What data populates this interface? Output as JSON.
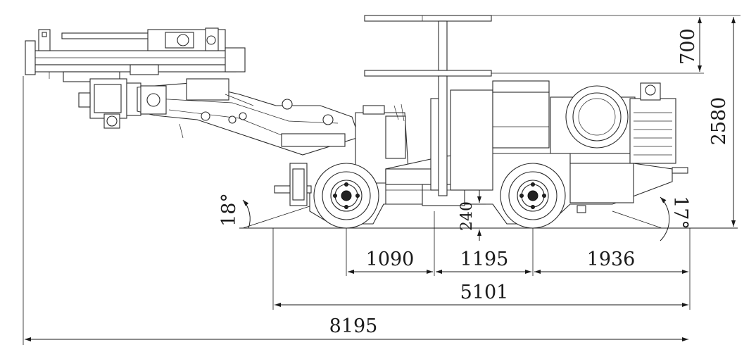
{
  "drawing": {
    "dimensions": {
      "canopy_height": "700",
      "overall_height": "2580",
      "approach_angle": "18°",
      "departure_angle": "17°",
      "ground_clearance": "240",
      "front_overhang": "1090",
      "wheelbase_left": "1195",
      "rear_overhang": "1936",
      "chassis_length": "5101",
      "overall_length": "8195"
    },
    "colors": {
      "line": "#1a1a1a",
      "paper": "#ffffff"
    }
  }
}
